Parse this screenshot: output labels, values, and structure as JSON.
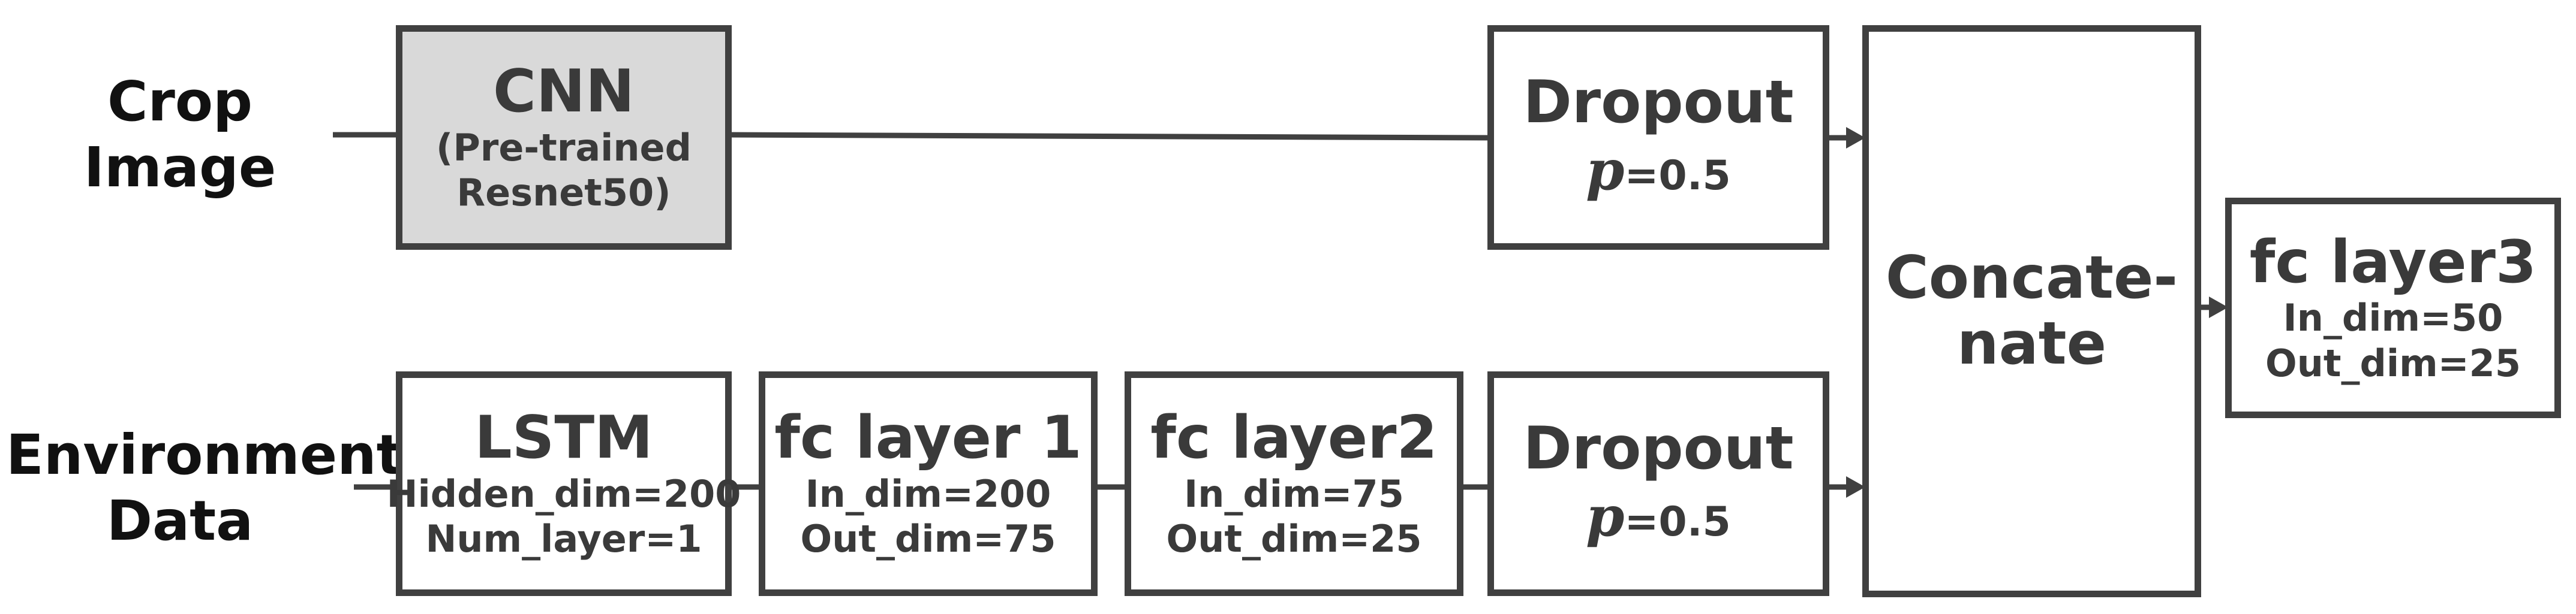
{
  "inputs": {
    "crop": {
      "line1": "Crop",
      "line2": "Image"
    },
    "env": {
      "line1": "Environment",
      "line2": "Data"
    }
  },
  "blocks": {
    "cnn": {
      "title": "CNN",
      "line1": "(Pre-trained",
      "line2": "Resnet50)"
    },
    "lstm": {
      "title": "LSTM",
      "line1": "Hidden_dim=200",
      "line2": "Num_layer=1"
    },
    "fc1": {
      "title": "fc layer 1",
      "line1": "In_dim=200",
      "line2": "Out_dim=75"
    },
    "fc2": {
      "title": "fc layer2",
      "line1": "In_dim=75",
      "line2": "Out_dim=25"
    },
    "dropout_top": {
      "title": "Dropout",
      "symbol": "p",
      "value": "=0.5"
    },
    "dropout_bottom": {
      "title": "Dropout",
      "symbol": "p",
      "value": "=0.5"
    },
    "concat": {
      "line1": "Concate-",
      "line2": "nate"
    },
    "fc3": {
      "title": "fc layer3",
      "line1": "In_dim=50",
      "line2": "Out_dim=25"
    }
  },
  "colors": {
    "stroke": "#404040",
    "cnn_fill": "#d9d9d9",
    "text": "#3a3a3a"
  }
}
